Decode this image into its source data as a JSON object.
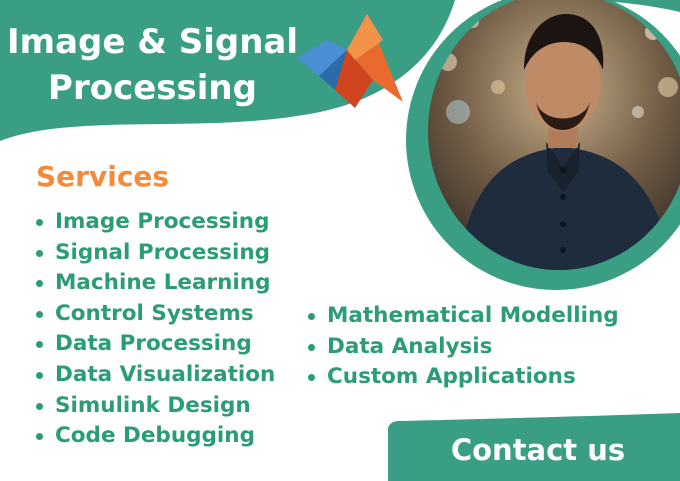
{
  "header": {
    "title_line1": "Image & Signal",
    "title_line2": "Processing"
  },
  "logo": {
    "icon": "matlab-logo-icon"
  },
  "profile_photo": {
    "icon": "person-portrait"
  },
  "services": {
    "heading": "Services",
    "left_items": [
      "Image Processing",
      "Signal Processing",
      "Machine Learning",
      "Control Systems",
      "Data Processing",
      "Data Visualization",
      "Simulink Design",
      "Code Debugging"
    ],
    "right_items": [
      "Mathematical Modelling",
      "Data Analysis",
      "Custom Applications"
    ]
  },
  "contact_button": {
    "label": "Contact us"
  },
  "colors": {
    "brand_green": "#3a9e84",
    "text_green": "#2a9c78",
    "accent_orange": "#f28c3a",
    "background": "#ffffff"
  }
}
